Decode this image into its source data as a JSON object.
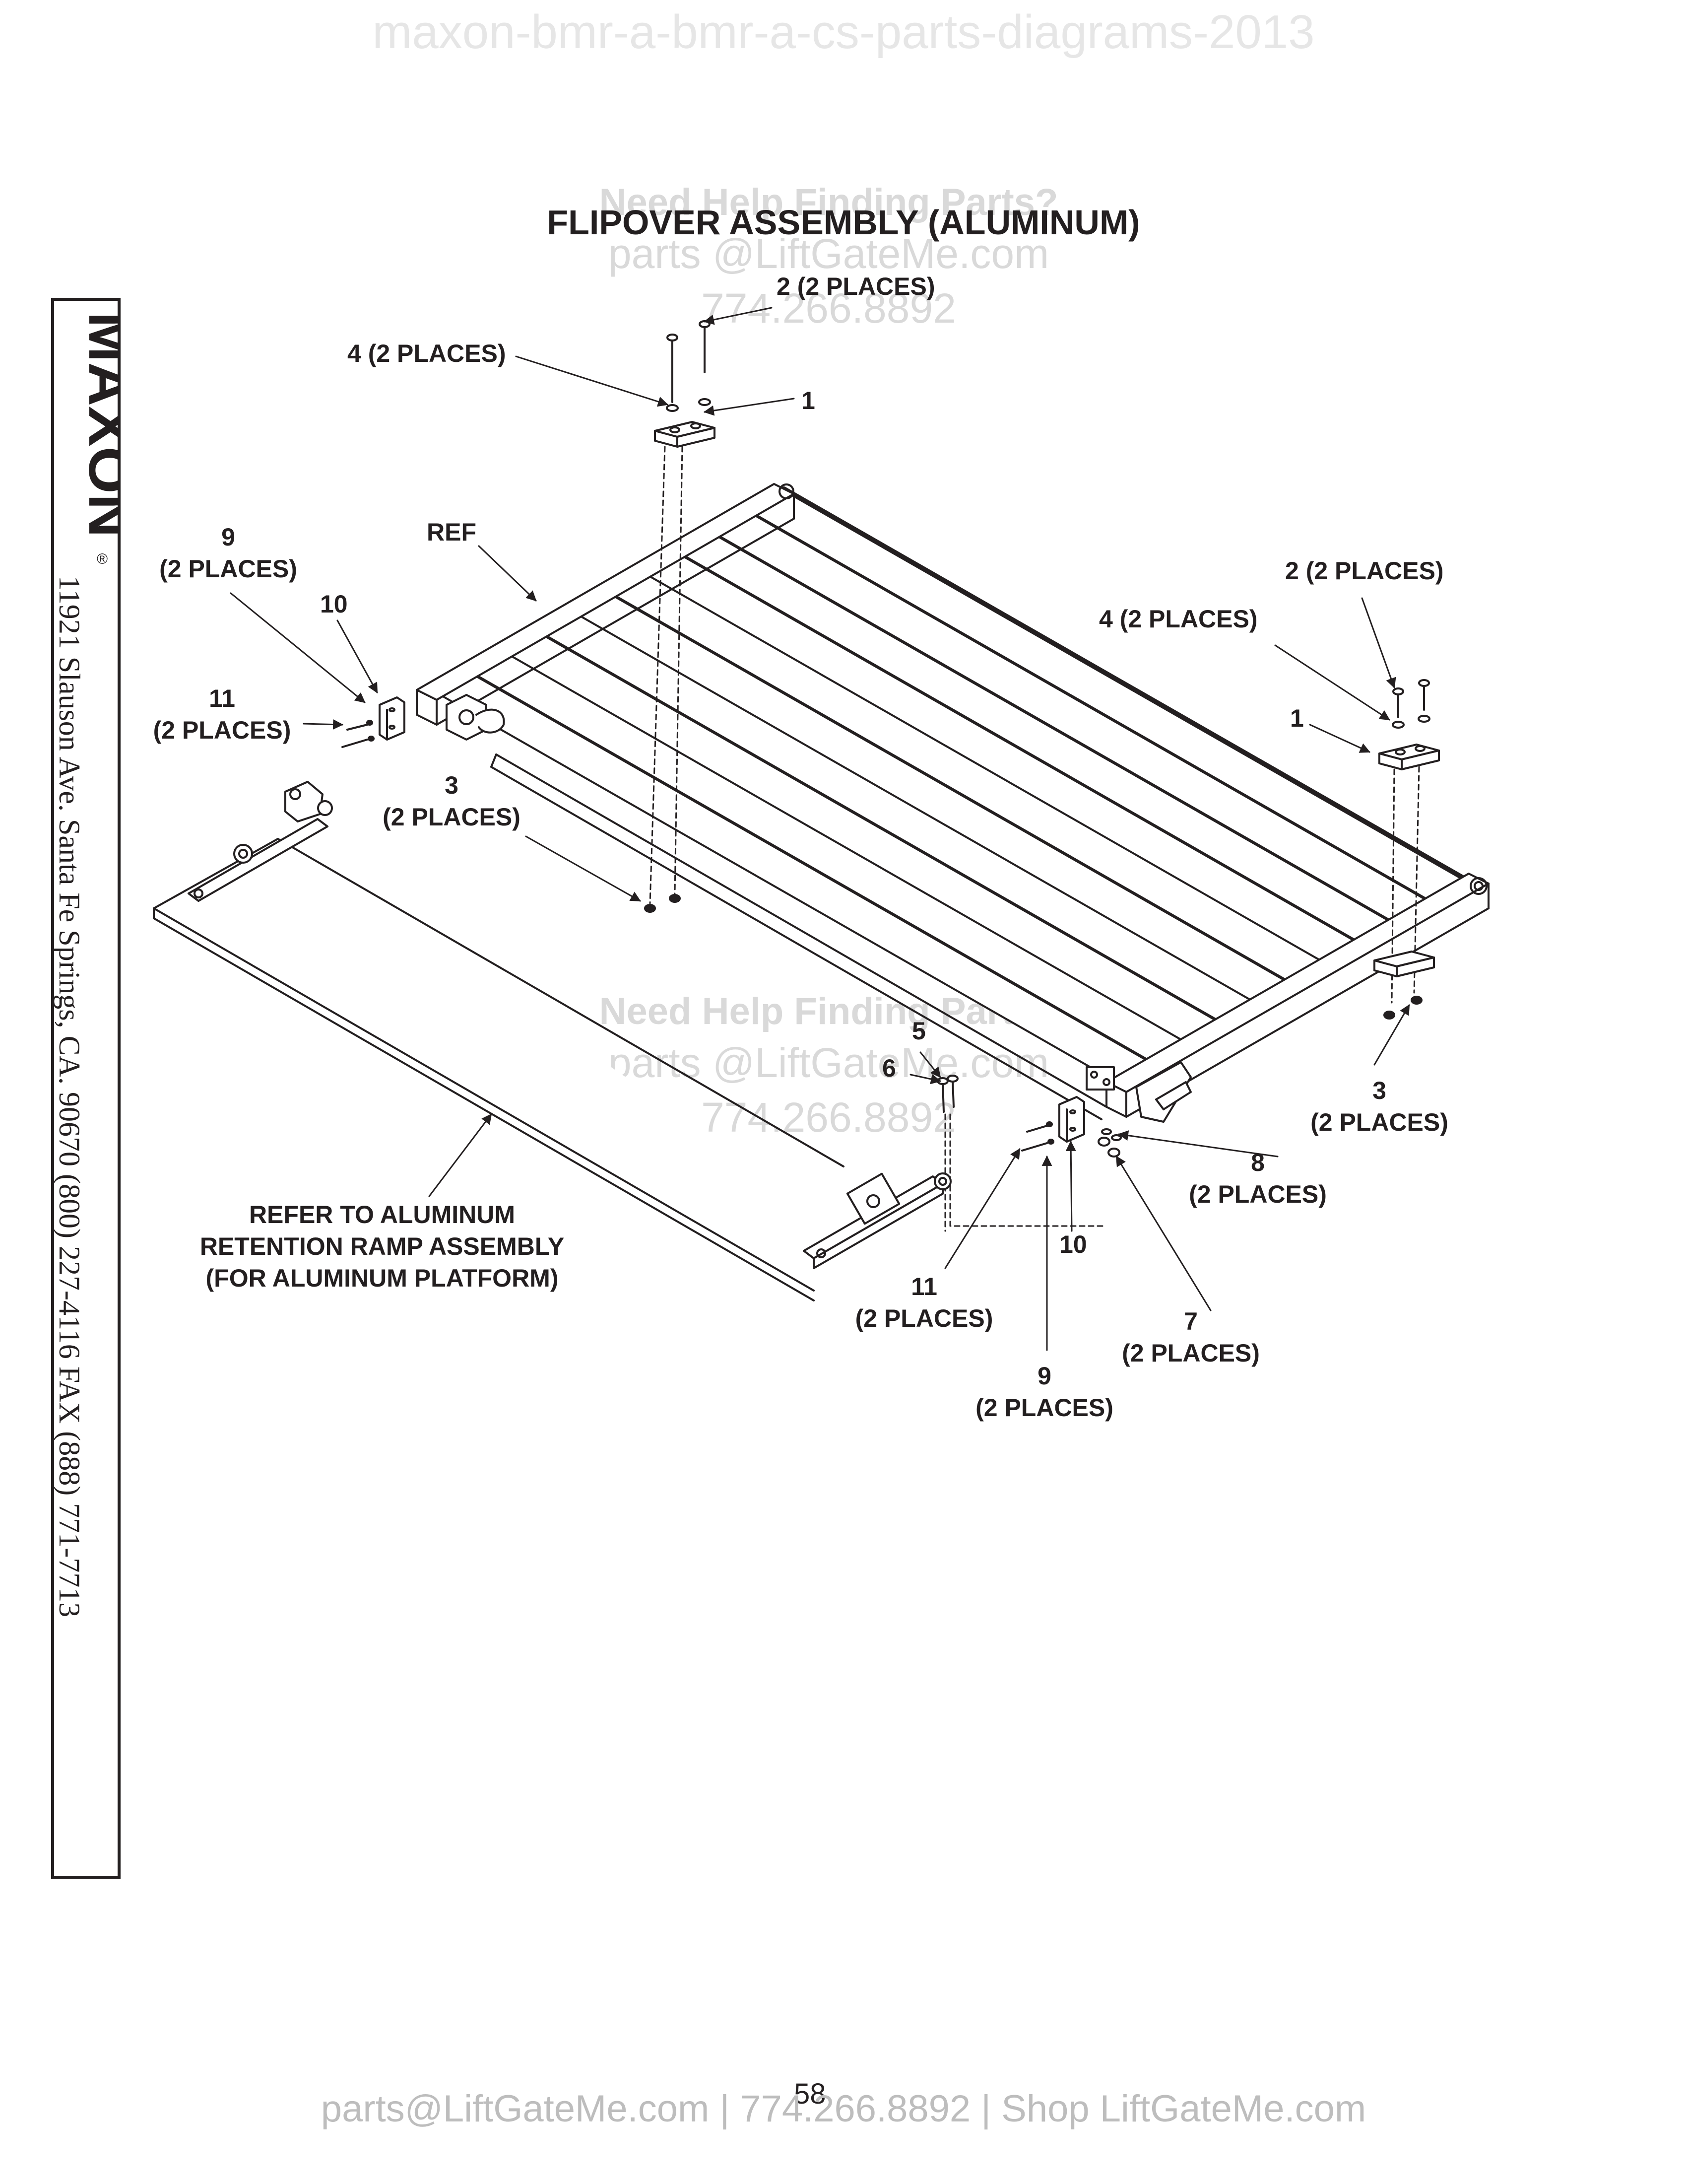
{
  "header": {
    "watermark": "maxon-bmr-a-bmr-a-cs-parts-diagrams-2013",
    "title": "FLIPOVER ASSEMBLY (ALUMINUM)"
  },
  "help_watermark": {
    "heading": "Need Help Finding Parts?",
    "email": "parts @LiftGateMe.com",
    "phone": "774.266.8892"
  },
  "sidebar": {
    "brand": "MAXON",
    "registered": "®",
    "address": "11921 Slauson Ave.   Santa Fe Springs, CA.   90670   (800) 227-4116   FAX (888) 771-7713"
  },
  "callouts": {
    "c2_top": "2 (2 PLACES)",
    "c4_top": "4 (2 PLACES)",
    "c1_top": "1",
    "ref": "REF",
    "c9_left_num": "9",
    "c9_left_places": "(2 PLACES)",
    "c10_left": "10",
    "c11_left_num": "11",
    "c11_left_places": "(2 PLACES)",
    "c3_left_num": "3",
    "c3_left_places": "(2 PLACES)",
    "c2_right": "2 (2 PLACES)",
    "c4_right": "4 (2 PLACES)",
    "c1_right": "1",
    "c3_right_num": "3",
    "c3_right_places": "(2 PLACES)",
    "c5": "5",
    "c6": "6",
    "c8_num": "8",
    "c8_places": "(2 PLACES)",
    "c10_bottom": "10",
    "c11_bottom_num": "11",
    "c11_bottom_places": "(2 PLACES)",
    "c7_num": "7",
    "c7_places": "(2 PLACES)",
    "c9_bottom_num": "9",
    "c9_bottom_places": "(2 PLACES)",
    "ramp_note_1": "REFER TO ALUMINUM",
    "ramp_note_2": "RETENTION RAMP ASSEMBLY",
    "ramp_note_3": "(FOR ALUMINUM PLATFORM)"
  },
  "footer": {
    "page_number": "58",
    "contact": "parts@LiftGateMe.com | 774.266.8892 | Shop LiftGateMe.com"
  }
}
